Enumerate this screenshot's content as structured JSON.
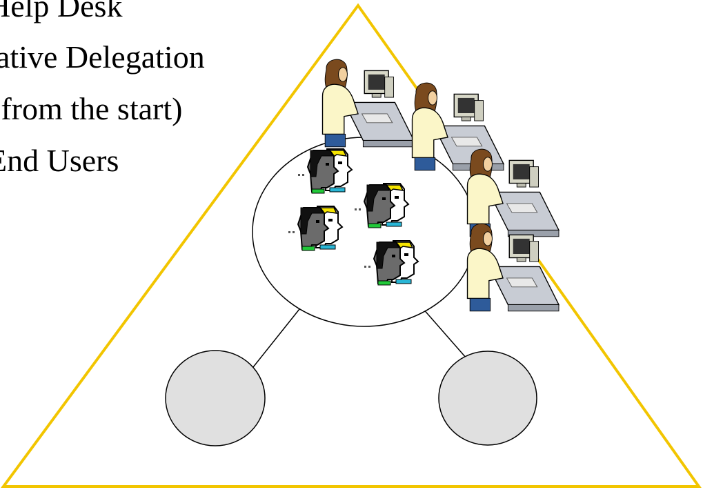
{
  "text_lines": [
    "Help Desk",
    "ative Delegation",
    "(from the start)",
    "End Users"
  ],
  "colors": {
    "triangle_stroke": "#f2c500",
    "node_fill": "#e0e0e0",
    "line": "#000000"
  },
  "icons": {
    "helpdesk_workstation": "person-at-computer-icon",
    "end_user": "user-face-icon"
  }
}
